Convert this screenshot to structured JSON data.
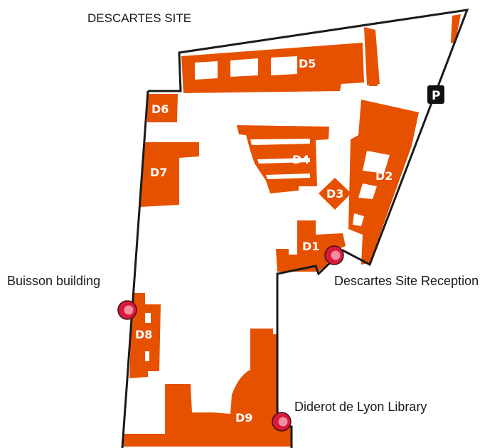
{
  "map": {
    "title": "DESCARTES SITE",
    "colors": {
      "building": "#e65100",
      "boundary": "#1a1a1a",
      "poi_marker": "#d81b3c",
      "parking": "#111111"
    },
    "buildings": [
      {
        "id": "d1",
        "label": "D1"
      },
      {
        "id": "d2",
        "label": "D2"
      },
      {
        "id": "d3",
        "label": "D3"
      },
      {
        "id": "d4",
        "label": "D4"
      },
      {
        "id": "d5",
        "label": "D5"
      },
      {
        "id": "d6",
        "label": "D6"
      },
      {
        "id": "d7",
        "label": "D7"
      },
      {
        "id": "d8",
        "label": "D8"
      },
      {
        "id": "d9",
        "label": "D9"
      }
    ],
    "points_of_interest": [
      {
        "id": "buisson",
        "label": "Buisson building",
        "icon": "location-marker-icon"
      },
      {
        "id": "reception",
        "label": "Descartes Site Reception",
        "icon": "location-marker-icon"
      },
      {
        "id": "library",
        "label": "Diderot de Lyon Library",
        "icon": "location-marker-icon"
      }
    ],
    "parking": {
      "label": "P",
      "icon": "parking-icon"
    }
  }
}
